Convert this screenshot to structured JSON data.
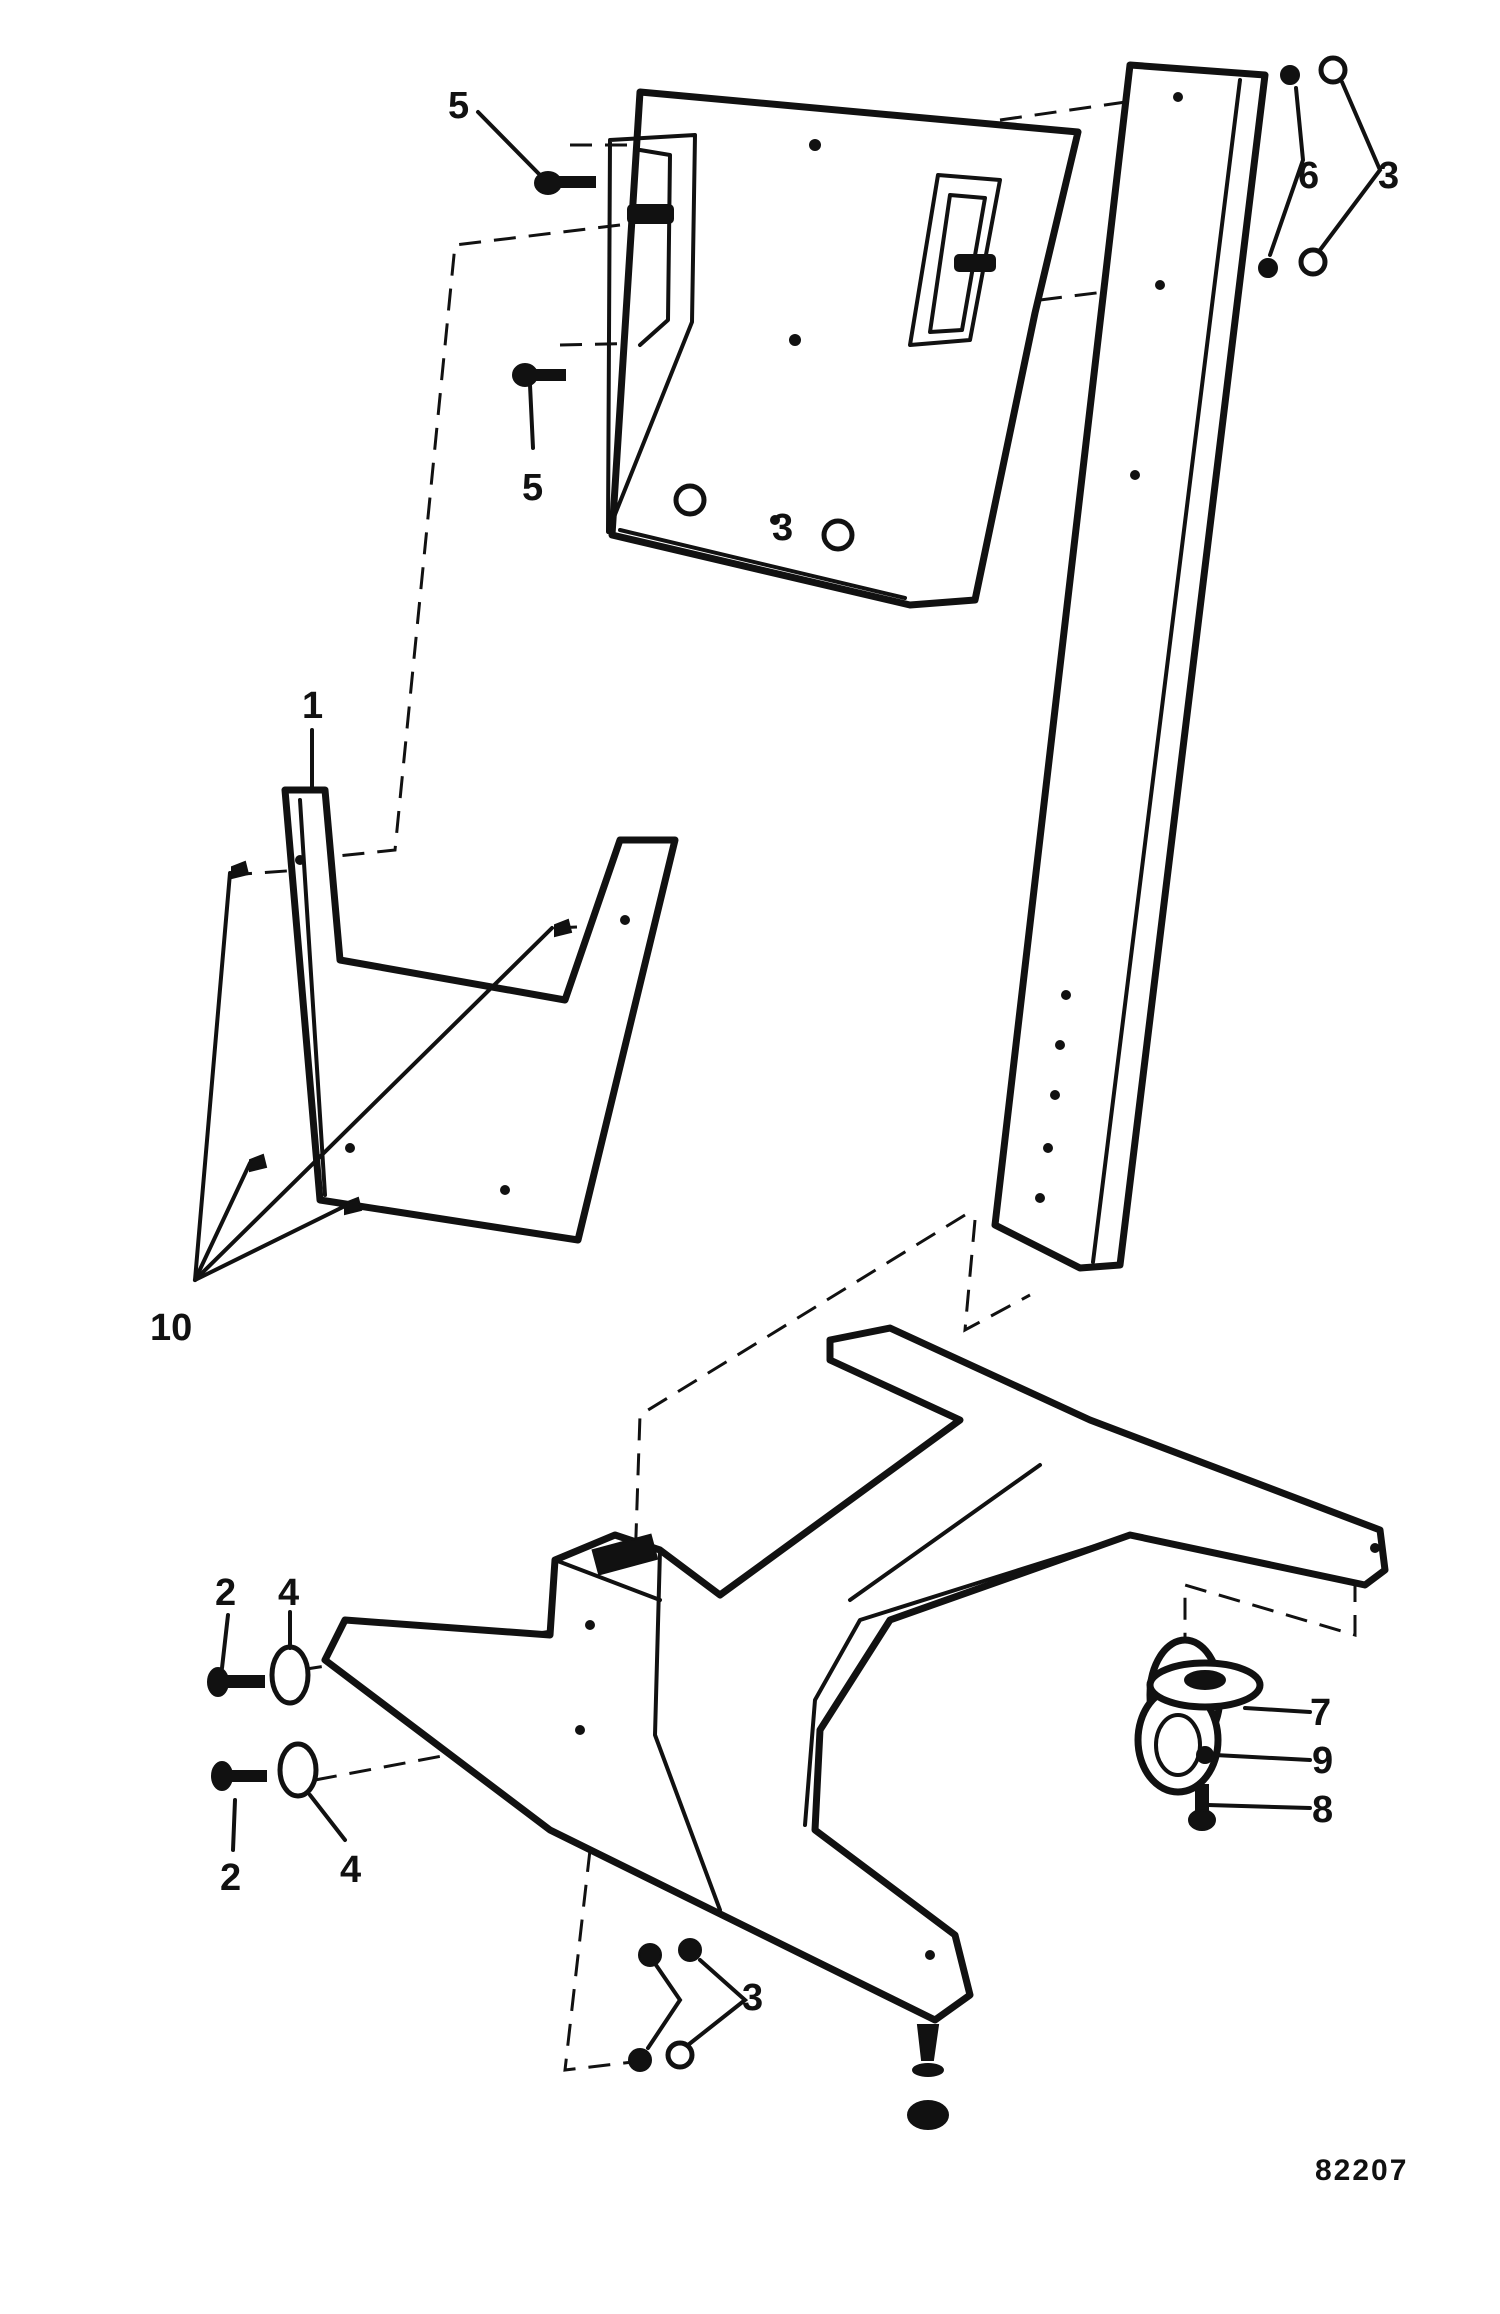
{
  "figure": {
    "number": "82207",
    "ink_color": "#111111",
    "background_color": "#ffffff"
  },
  "callouts": {
    "c1": "1",
    "c2a": "2",
    "c2b": "2",
    "c3a": "3",
    "c3b": "3",
    "c3c": "3",
    "c4a": "4",
    "c4b": "4",
    "c5a": "5",
    "c5b": "5",
    "c6": "6",
    "c7": "7",
    "c8": "8",
    "c9": "9",
    "c10": "10"
  }
}
